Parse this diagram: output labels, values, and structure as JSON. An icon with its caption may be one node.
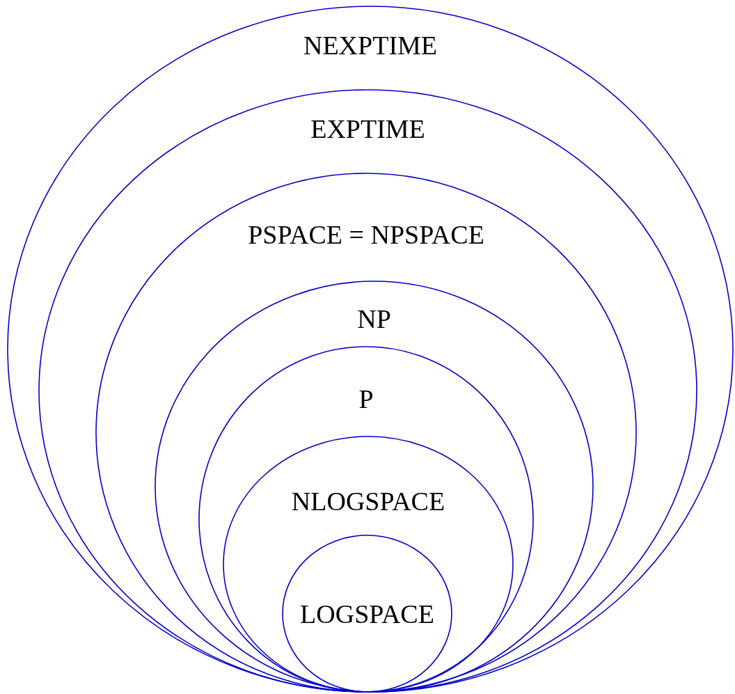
{
  "diagram": {
    "nodes": [
      {
        "text": [
          "NEXPTIME"
        ]
      },
      {
        "text": [
          "EXPTIME"
        ],
        "in": 0
      },
      {
        "text": [
          "PSPACE = NPSPACE"
        ],
        "in": 1
      },
      {
        "text": [
          "NP"
        ],
        "in": 2
      },
      {
        "text": [
          "P"
        ],
        "in": 3
      },
      {
        "text": [
          "NLOGSPACE"
        ],
        "in": 4
      },
      {
        "text": [
          "LOGSPACE"
        ],
        "in": 5
      }
    ],
    "edges": []
  }
}
